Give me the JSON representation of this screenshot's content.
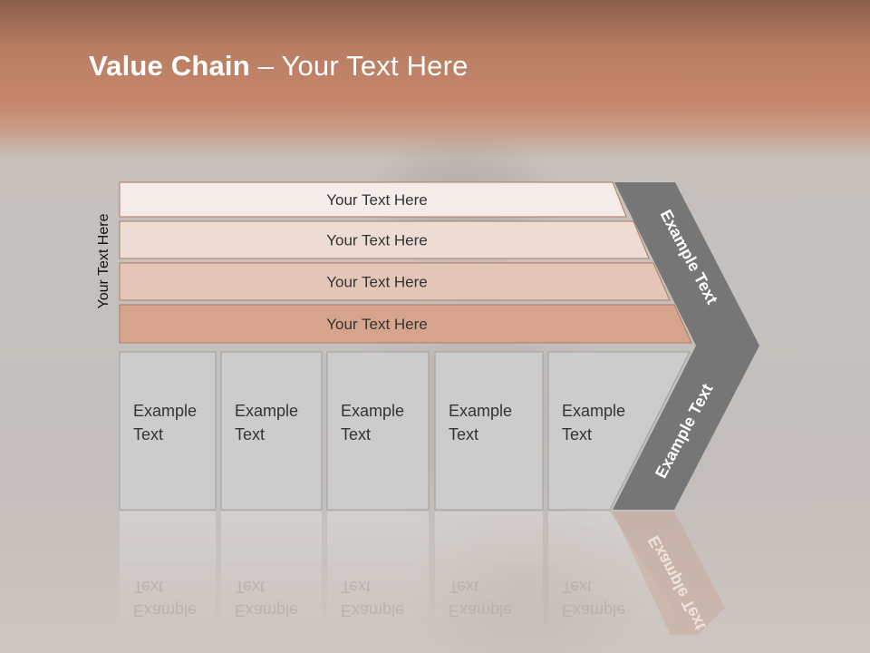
{
  "title": {
    "bold": "Value Chain",
    "rest": " – Your Text Here"
  },
  "side_label": "Your Text Here",
  "rows": [
    {
      "label": "Your Text Here",
      "fill": "#f4ece8"
    },
    {
      "label": "Your Text Here",
      "fill": "#ecdcd3"
    },
    {
      "label": "Your Text Here",
      "fill": "#e4c6b8"
    },
    {
      "label": "Your Text Here",
      "fill": "#d6a48d"
    }
  ],
  "boxes": [
    {
      "line1": "Example",
      "line2": "Text"
    },
    {
      "line1": "Example",
      "line2": "Text"
    },
    {
      "line1": "Example",
      "line2": "Text"
    },
    {
      "line1": "Example",
      "line2": "Text"
    },
    {
      "line1": "Example",
      "line2": "Text"
    }
  ],
  "chevron": {
    "upper_label": "Example Text",
    "lower_label": "Example Text",
    "fill": "#767676"
  },
  "colors": {
    "box_fill": "#cccccc",
    "box_stroke": "#a0a0a0",
    "row_stroke": "#b07a63"
  }
}
